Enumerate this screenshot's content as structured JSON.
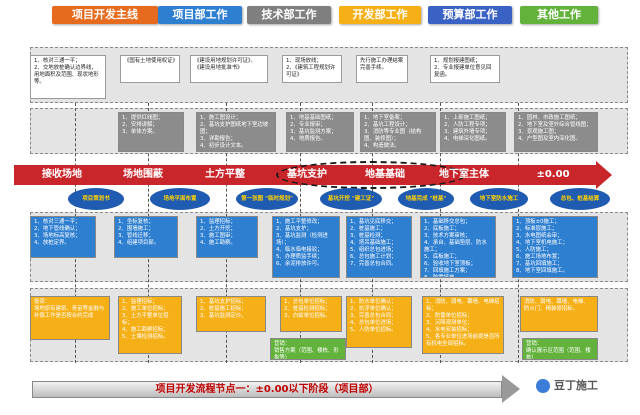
{
  "legend": [
    {
      "label": "项目开发主线",
      "color": "#e66b1f"
    },
    {
      "label": "项目部工作",
      "color": "#2f7fd1"
    },
    {
      "label": "技术部工作",
      "color": "#7f7f7f"
    },
    {
      "label": "开发部工作",
      "color": "#f5b017"
    },
    {
      "label": "预算部工作",
      "color": "#3a62c4"
    },
    {
      "label": "其他工作",
      "color": "#63b23c"
    }
  ],
  "main_steps": [
    "接收场地",
    "场地围蔽",
    "土方平整",
    "基坑支护",
    "地基基础",
    "地下室主体",
    "±0.00"
  ],
  "sub_labels": [
    "项目策划书",
    "场地平面布置",
    "第一张图\n\"临时规划\"",
    "基坑开挖\n\"建工证\"",
    "地基完成\n\"桩基\"",
    "地下室防水施工",
    "总包、桩基结算"
  ],
  "row1": [
    "1、核对三通一平；\n2、交地放桩确认边界线，用地面积及范围、现状地形等。",
    "《国有土地使用权证》",
    "《建设用地规划许可证》、《建设用地批准书》",
    "1、现场放线；\n2、《建筑工程规划许可证》",
    "先行施工办理结案完善手续。",
    "1、规划报建图纸；\n2、专业报建单位意见回复函。"
  ],
  "row2": [
    "1、提供红线图；\n2、安排讲解；\n3、单体方案。",
    "1、施工图设计；\n2、基坑支护图纸地下室边坡图；\n3、详勘报告；\n4、初步设计文本。",
    "1、地基基础图纸；\n2、专业报审；\n3、基坑监测方案；\n4、地质报告。",
    "1、地下室备案；\n2、基坑工程设计；\n3、消防等专业图（结构图、装修图）；\n4、构造做法。",
    "1、上部施工图纸；\n2、人防工程专项；\n3、建筑外墙专项；\n4、电梯深化图纸。",
    "1、园林、市政施工图纸；\n2、地下室及室外综合管线图；\n3、景观施工图；\n4、户型图及室内深化图。"
  ],
  "row3": [
    "1、核对三通一平；\n2、地下管线确认；\n3、场地标高复核；\n4、放桩定界。",
    "1、坐标复核；\n2、围墙施工；\n3、管线迁移；\n4、组建项目部。",
    "1、监理招标；\n2、土方开挖；\n3、施工图审；\n4、施工勘察。",
    "1、施工平整修改；\n2、基坑支护；\n3、基坑监测（检测进场）；\n4、临水临电接驳；\n5、办理质监手续；\n6、余泥排放许可。",
    "1、基坑见底移交；\n2、桩基施工；\n3、桩基检测；\n4、塔吊基础施工；\n5、组织总包进场；\n6、总包施工计划；\n7、完善总包合同。",
    "1、基础移交总包；\n2、底板施工；\n3、技术方案审核；\n4、承台、基础垫层、防水施工；\n5、底板施工；\n6、验收地下室顶板；\n7、回填施工方案；\n8、防雷接地。",
    "1、顶板±0施工；\n2、标准层施工；\n3、水电图纸会审；\n4、地下室机电施工；\n5、人防施工；\n6、施工场地布置；\n7、基坑回填施工；\n8、地下室回填施工。"
  ],
  "row4": [
    "投资：\n场地原有建筑、青苗等金融与补偿工作是否按合约完成",
    "1、监理招标；\n2、施工单位招标；\n3、土方平整单位招标；\n4、施工勘察招标；\n5、土壤检测招标。",
    "1、基坑支护招标；\n2、桩基施工招标；\n3、基坑监测定价。",
    "1、总包单位招标；\n2、桩基检测招标；\n3、白蚁单位招标。",
    "1、防水单位确认；\n2、抗浮单位确认；\n3、完善总包合同；\n4、总包单位进场；\n5、人防单位招标。",
    "1、消防、弱电、幕墙、电梯招标；\n2、防雷单位招标；\n3、沉降观测单位；\n4、水电安装招标；\n5、各专业单位进场前提是否所有机电全部招标。",
    "消防、弱电、幕墙、电梯、防火门、精装修招标。"
  ],
  "notes": [
    "营销：\n销售方案（范围、楼栋、形象等）",
    "营销：\n确认展示区范围（范围、楼栋）"
  ],
  "footer_text": "项目开发流程节点一：±0.00以下阶段（项目部）",
  "watermark": "豆丁施工"
}
